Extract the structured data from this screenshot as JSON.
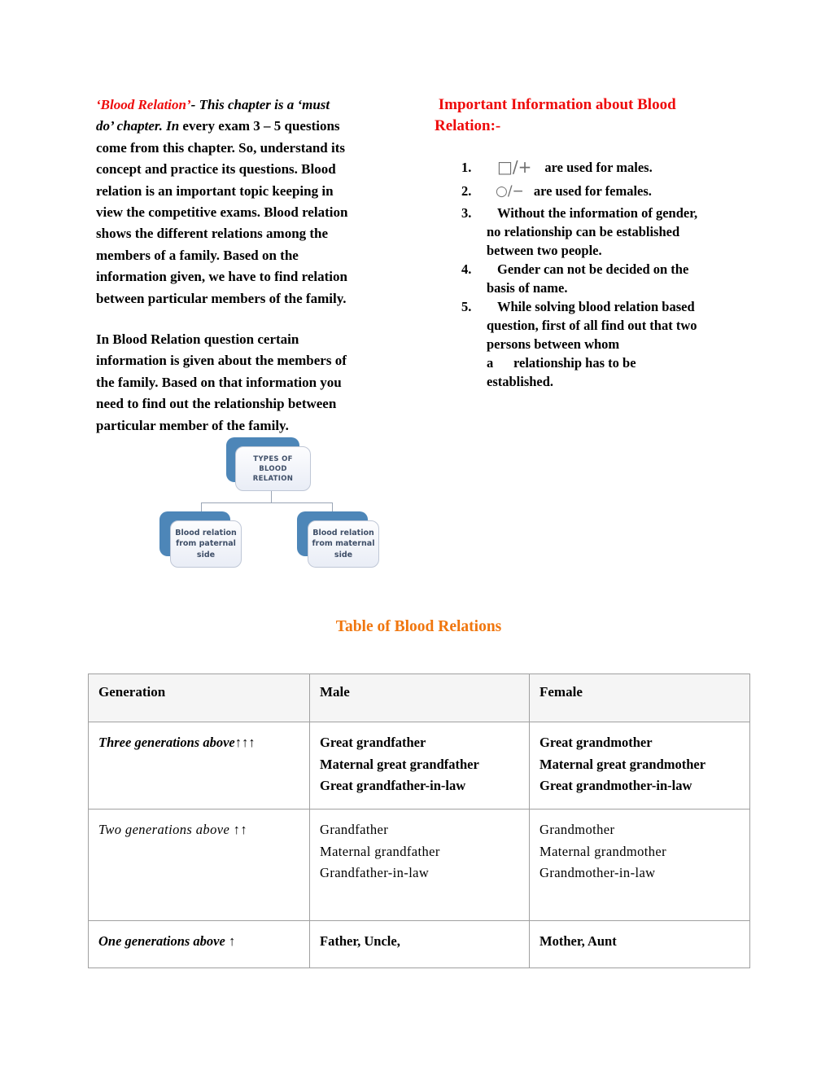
{
  "colors": {
    "heading_red": "#ee0b0b",
    "title_orange": "#f0760e",
    "diagram_blue": "#4d86b8"
  },
  "intro": {
    "red": "‘Blood Relation’",
    "italic": "- This chapter is a ‘must\ndo’ chapter. In ",
    "rest": "every exam 3 – 5 questions\ncome from this chapter. So, understand its\nconcept and practice its questions. Blood\nrelation is an important topic keeping in\nview the competitive exams. Blood relation\nshows the different relations among the\nmembers of a family. Based on the\ninformation given, we have to find relation\nbetween particular members of the family.",
    "para2": "In Blood Relation question certain\ninformation is given about the members of\nthe family. Based on that information you\nneed to find out the relationship between\nparticular member of the family."
  },
  "info": {
    "heading": " Important Information about Blood\nRelation:-",
    "items": [
      {
        "num": "1.",
        "symbol": "□/+",
        "text": "are used for males."
      },
      {
        "num": "2.",
        "symbol": "○/−",
        "text": "are used for females."
      },
      {
        "num": "3.",
        "text": "Without the information of gender,\nno relationship can be established\nbetween two people."
      },
      {
        "num": "4.",
        "text": "Gender can not be decided on the\nbasis of name."
      },
      {
        "num": "5.",
        "text": "While solving blood relation based\nquestion, first of all find out that two\npersons between whom\na      relationship has to be\nestablished."
      }
    ]
  },
  "diagram": {
    "root": "TYPES OF BLOOD RELATION",
    "left": "Blood relation from paternal side",
    "right": "Blood relation from maternal side"
  },
  "table_title": "Table of Blood Relations",
  "table": {
    "headers": [
      "Generation",
      "Male",
      "Female"
    ],
    "rows": [
      {
        "generation": "Three generations above↑↑↑",
        "male": "Great grandfather\nMaternal great grandfather\nGreat grandfather-in-law",
        "female": "Great grandmother\nMaternal great grandmother\nGreat grandmother-in-law"
      },
      {
        "generation": "Two generations above ↑↑",
        "male": "Grandfather\nMaternal grandfather\nGrandfather-in-law",
        "female": "Grandmother\nMaternal grandmother\nGrandmother-in-law"
      },
      {
        "generation": "One generations above ↑",
        "male": "Father, Uncle,",
        "female": "Mother, Aunt"
      }
    ]
  }
}
